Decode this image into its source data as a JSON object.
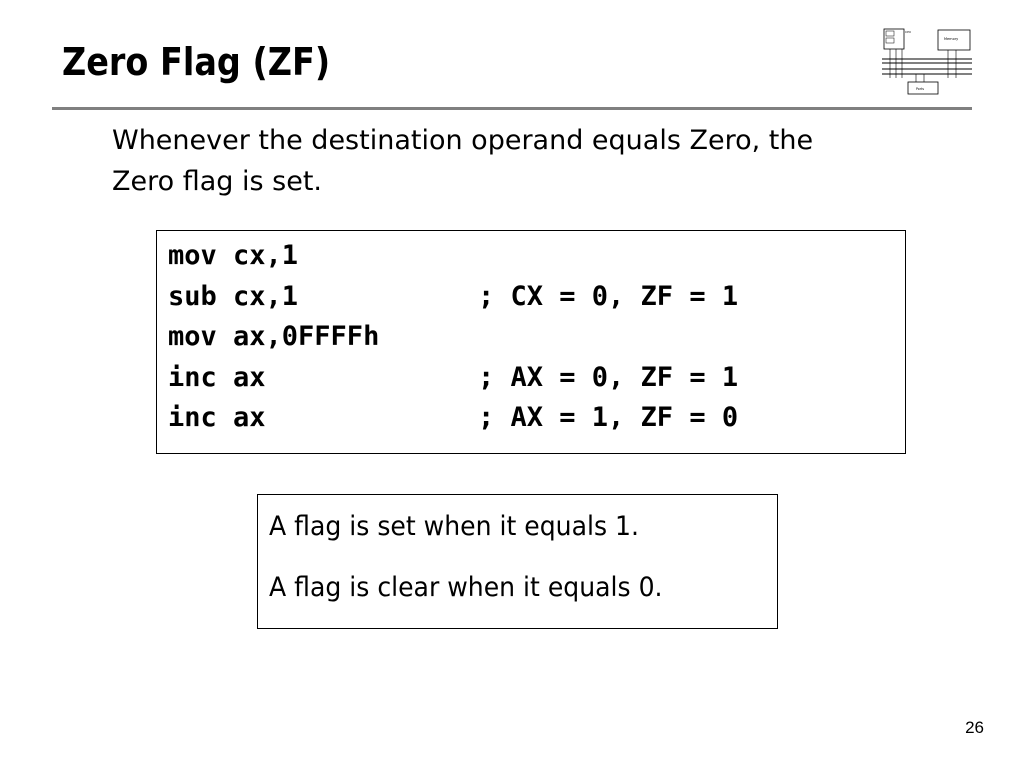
{
  "slide": {
    "title": "Zero Flag (ZF)",
    "intro_lines": [
      "Whenever the destination operand equals Zero, the",
      "Zero flag is set."
    ],
    "page_number": "26"
  },
  "code": [
    {
      "instr": "mov cx,1",
      "comment": ""
    },
    {
      "instr": "sub cx,1",
      "comment": "; CX = 0, ZF = 1"
    },
    {
      "instr": "mov ax,0FFFFh",
      "comment": ""
    },
    {
      "instr": "inc ax",
      "comment": "; AX = 0, ZF = 1"
    },
    {
      "instr": "inc ax",
      "comment": "; AX = 1, ZF = 0"
    }
  ],
  "note": {
    "lines": [
      "A flag is set when it equals 1.",
      "A flag is clear when it equals 0."
    ]
  },
  "logo": {
    "icon": "computer-architecture-diagram-icon",
    "labels": [
      "CPU",
      "Memory",
      "Ports"
    ]
  },
  "colors": {
    "title_rule": "#808080",
    "text": "#000000",
    "background": "#ffffff"
  }
}
